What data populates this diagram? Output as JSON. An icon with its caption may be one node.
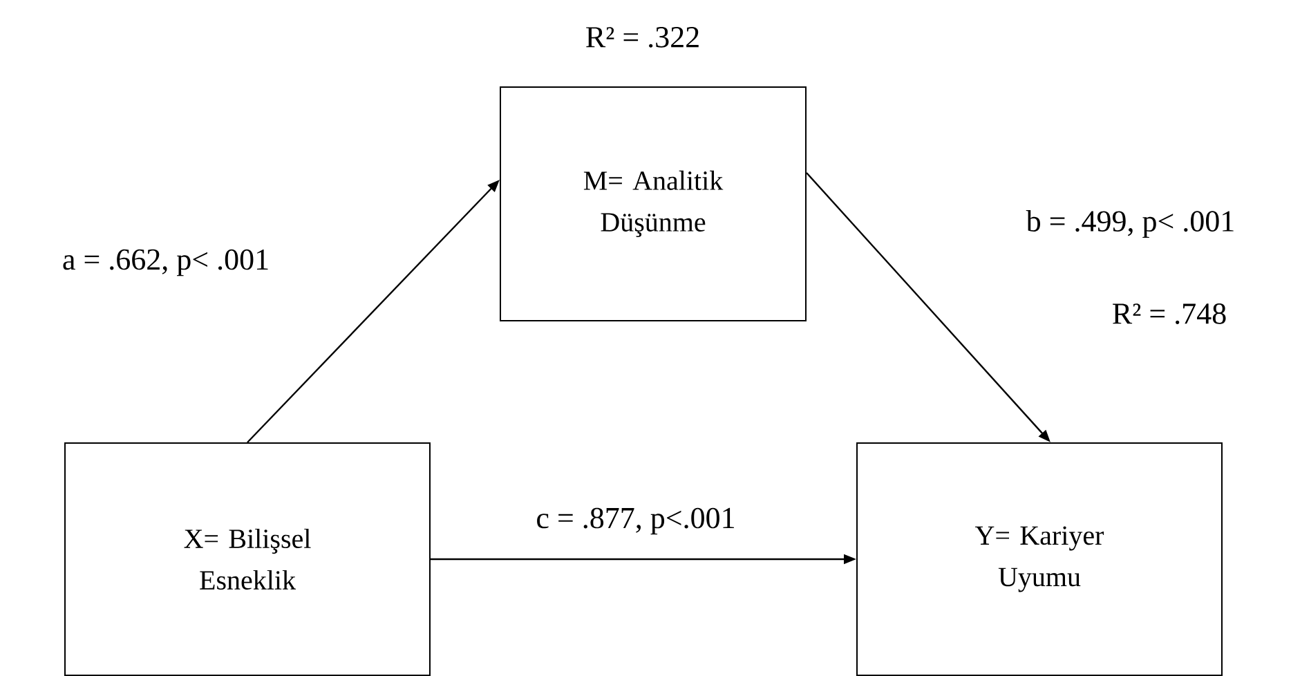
{
  "diagram": {
    "nodes": [
      {
        "text": [
          "X= Bilişsel Esneklik"
        ]
      },
      {
        "text": [
          "M= Analitik Düşünme"
        ],
        "beside": [
          "R² = .322"
        ]
      },
      {
        "text": [
          "Y= Kariyer Uyumu"
        ],
        "beside": [
          "R² = .748"
        ]
      }
    ],
    "edges": [
      {
        "from": 0,
        "to": 1,
        "arrow": "to",
        "label": "a = .662, p< .001"
      },
      {
        "from": 1,
        "to": 2,
        "arrow": "to",
        "label": "b = .499, p< .001"
      },
      {
        "from": 0,
        "to": 2,
        "arrow": "to",
        "label": "c = .877, p<.001"
      }
    ]
  }
}
